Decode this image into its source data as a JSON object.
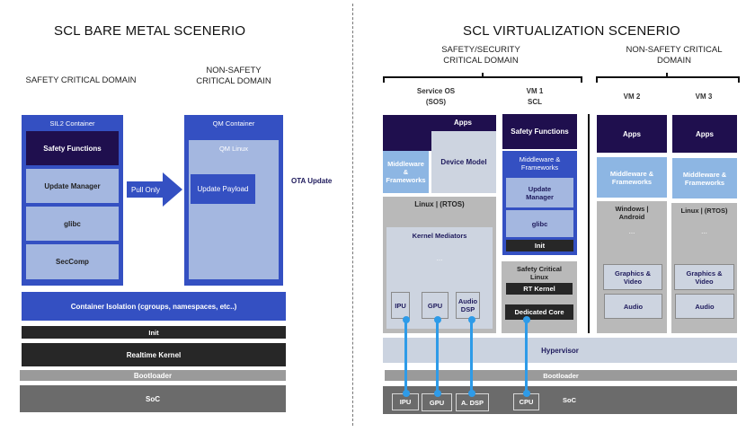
{
  "left": {
    "title": "SCL BARE METAL SCENERIO",
    "safety_domain": "SAFETY CRITICAL DOMAIN",
    "nonsafety_domain": "NON-SAFETY\nCRITICAL DOMAIN",
    "sil2": {
      "label": "SIL2 Container",
      "items": [
        "Safety Functions",
        "Update Manager",
        "glibc",
        "SecComp"
      ]
    },
    "arrow_label": "Pull Only",
    "qm": {
      "label": "QM Container",
      "linux_label": "QM Linux",
      "payload": "Update Payload"
    },
    "ota": "OTA Update",
    "stack": {
      "isolation": "Container Isolation (cgroups, namespaces, etc..)",
      "init": "Init",
      "kernel": "Realtime Kernel",
      "bootloader": "Bootloader",
      "soc": "SoC"
    }
  },
  "right": {
    "title": "SCL VIRTUALIZATION SCENERIO",
    "safety_domain": "SAFETY/SECURITY\nCRITICAL DOMAIN",
    "nonsafety_domain": "NON-SAFETY CRITICAL\nDOMAIN",
    "sos": {
      "header": "Service OS\n(SOS)",
      "apps": "Apps",
      "middleware": "Middleware\n&\nFrameworks",
      "device_model": "Device Model",
      "os": "Linux | (RTOS)",
      "mediators": "Kernel Mediators",
      "ellipsis": "...",
      "devices": [
        "IPU",
        "GPU",
        "Audio\nDSP"
      ]
    },
    "vm1": {
      "header": "VM 1\nSCL",
      "safety_functions": "Safety Functions",
      "middleware": "Middleware &\nFrameworks",
      "update_manager": "Update\nManager",
      "glibc": "glibc",
      "init": "Init",
      "scl_linux": "Safety Critical\nLinux",
      "rt_kernel": "RT Kernel",
      "dedicated_core": "Dedicated Core"
    },
    "vm2": {
      "header": "VM 2",
      "apps": "Apps",
      "middleware": "Middleware &\nFrameworks",
      "os": "Windows |\nAndroid",
      "ellipsis": "...",
      "graphics": "Graphics &\nVideo",
      "audio": "Audio"
    },
    "vm3": {
      "header": "VM 3",
      "apps": "Apps",
      "middleware": "Middleware &\nFrameworks",
      "os": "Linux | (RTOS)",
      "ellipsis": "...",
      "graphics": "Graphics &\nVideo",
      "audio": "Audio"
    },
    "hypervisor": "Hypervisor",
    "bootloader": "Bootloader",
    "soc": {
      "label": "SoC",
      "chips": [
        "IPU",
        "GPU",
        "A. DSP",
        "CPU"
      ]
    }
  }
}
